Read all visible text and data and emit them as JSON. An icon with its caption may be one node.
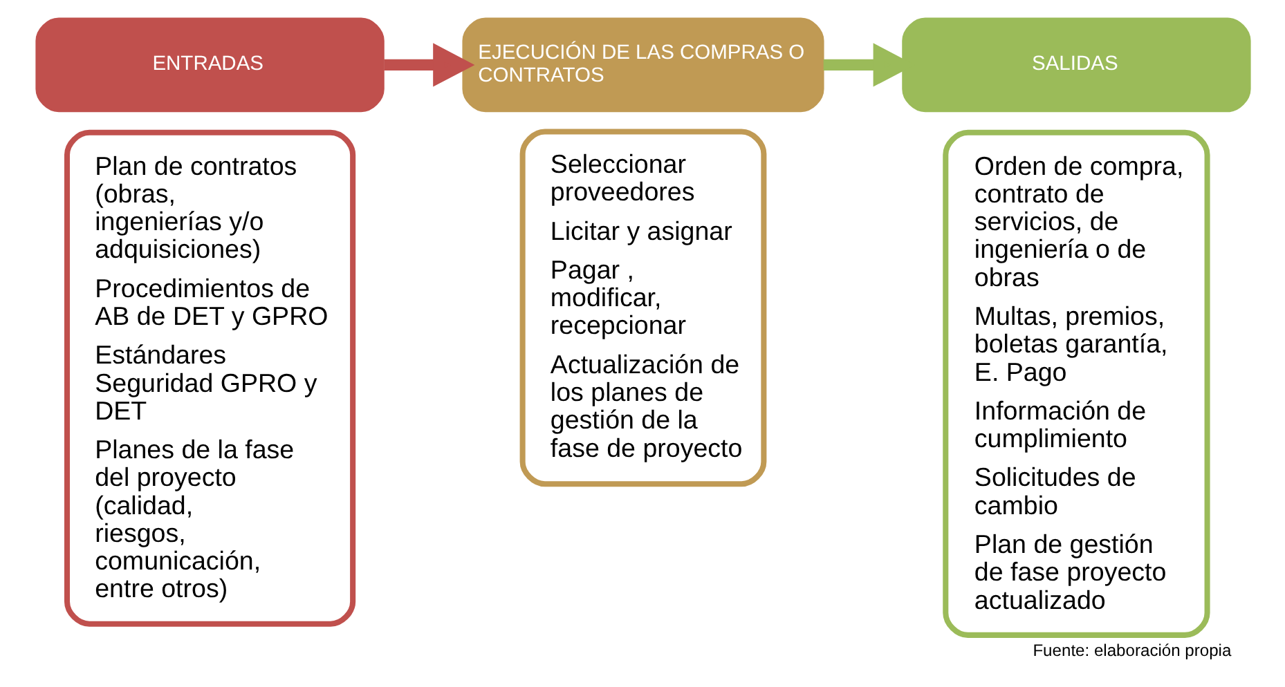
{
  "diagram": {
    "caption": "Fuente: elaboración propia",
    "nodes": [
      {
        "text": [
          "ENTRADAS"
        ]
      },
      {
        "text": [
          "Plan de contratos (obras, ingenierías y/o adquisiciones)",
          "Procedimientos de AB de DET y GPRO",
          "Estándares Seguridad GPRO y DET",
          "Planes de la fase del proyecto (calidad, riesgos, comunicación, entre otros)"
        ]
      },
      {
        "text": [
          "EJECUCIÓN DE LAS COMPRAS O CONTRATOS"
        ]
      },
      {
        "text": [
          "Seleccionar proveedores",
          "Licitar y asignar",
          "Pagar , modificar, recepcionar",
          "Actualización de los planes de gestión de la fase de proyecto"
        ]
      },
      {
        "text": [
          "SALIDAS"
        ]
      },
      {
        "text": [
          "Orden de compra, contrato de servicios, de ingeniería o de obras",
          "Multas, premios, boletas garantía, E. Pago",
          "Información de cumplimiento",
          "Solicitudes de cambio",
          "Plan de gestión de fase proyecto actualizado"
        ]
      }
    ],
    "edges": [
      {
        "from": 0,
        "to": 2,
        "arrow": "to",
        "color": "#c0504d"
      },
      {
        "from": 2,
        "to": 4,
        "arrow": "to",
        "color": "#9bbb59"
      }
    ]
  }
}
